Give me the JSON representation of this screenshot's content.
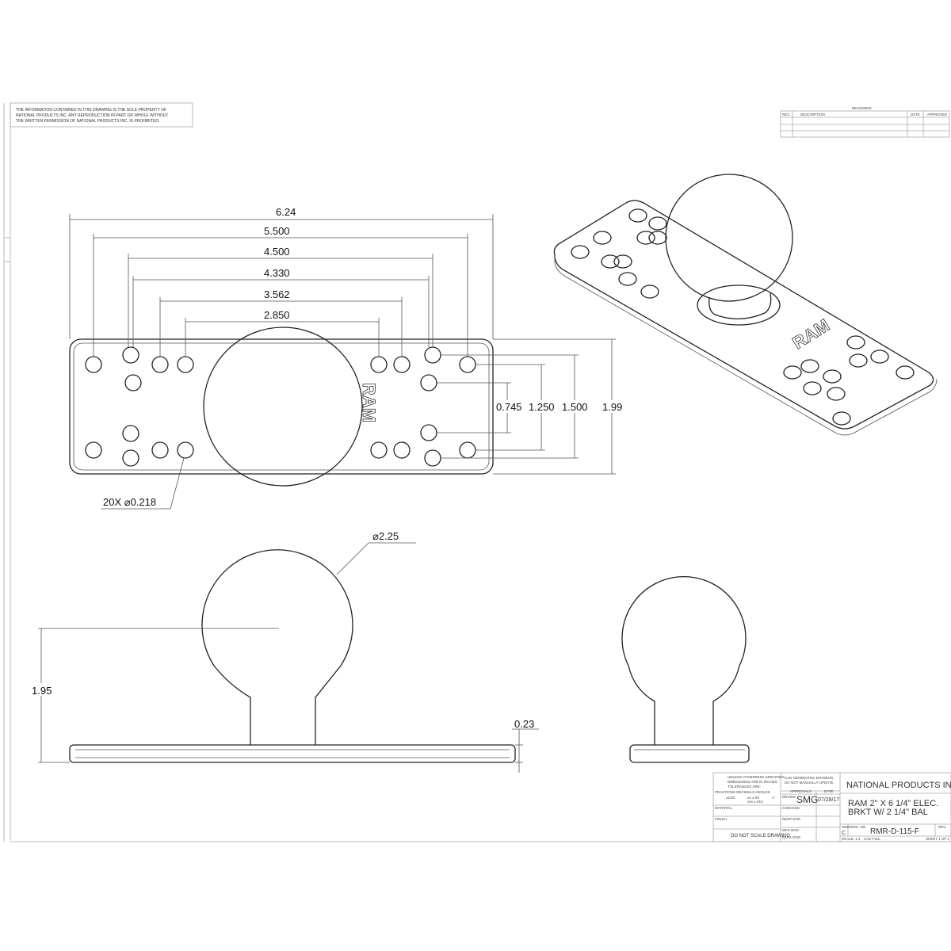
{
  "notice": {
    "lines": [
      "THE INFORMATION CONTAINED IN THIS DRAWING IS THE SOLE PROPERTY OF",
      "NATIONAL PRODUCTS INC. ANY REPRODUCTION IN PART OR WHOLE WITHOUT",
      "THE WRITTEN PERMISSION OF NATIONAL PRODUCTS INC. IS PROHIBITED."
    ]
  },
  "revisions": {
    "title": "REVISIONS",
    "headers": [
      "REV.",
      "DESCRIPTION",
      "DATE",
      "APPROVED"
    ]
  },
  "top_view": {
    "dims_horizontal": [
      "6.24",
      "5.500",
      "4.500",
      "4.330",
      "3.562",
      "2.850"
    ],
    "dims_vertical": [
      "0.745",
      "1.250",
      "1.500",
      "1.99"
    ],
    "hole_callout": "20X ⌀0.218",
    "logo": "RAM"
  },
  "front_view": {
    "ball_dia": "⌀2.25",
    "height": "1.95",
    "plate_thickness": "0.23"
  },
  "iso_view": {
    "logo": "RAM"
  },
  "title_block": {
    "tolerance_note": [
      "UNLESS OTHERWISE SPECIFIED:",
      "DIMENSIONS ARE IN INCHES",
      "TOLERANCES ARE:"
    ],
    "tolerance_headers": "FRACTIONS  DECIMALS  ANGLES",
    "tolerance_values": [
      "±1/32",
      ".xx ±.03",
      "1°",
      ".xxx ±.010"
    ],
    "material_label": "MATERIAL",
    "finish_label": "FINISH",
    "no_scale": "DO NOT SCALE DRAWING",
    "cad_note": [
      "CAD GENERATED DRAWING,",
      "DO NOT MANUALLY UPDATE"
    ],
    "approvals_label": "APPROVALS",
    "date_label": "DATE",
    "drawn_label": "DRAWN",
    "drawn_by": "SMG",
    "drawn_date": "07/28/17",
    "checked_label": "CHECKED",
    "rows": [
      "RESP ENG",
      "MFG ENG",
      "QUAL ENG"
    ],
    "company": "NATIONAL PRODUCTS INC.",
    "title_lines": [
      "RAM 2\" X 6 1/4\" ELEC.",
      "BRKT W/ 2 1/4\" BAL"
    ],
    "size_label": "SIZE",
    "size": "C",
    "dwg_no_label": "DWG. NO.",
    "dwg_no": "RMR-D-115-F",
    "rev_label": "REV.",
    "scale": "SCALE: 1:1",
    "cad_file": "CAD FILE:",
    "sheet": "SHEET 1 OF 1"
  }
}
